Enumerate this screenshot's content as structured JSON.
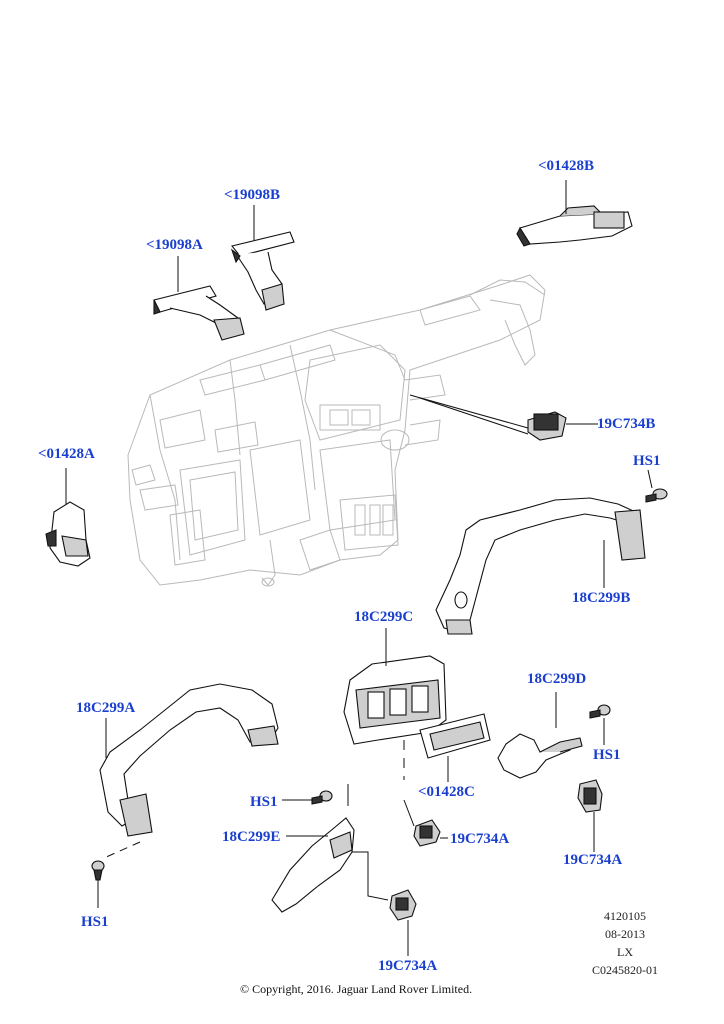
{
  "labels": {
    "p01428B": "<01428B",
    "p19098B": "<19098B",
    "p19098A": "<19098A",
    "p19C734B": "19C734B",
    "p01428A": "<01428A",
    "hs1_top": "HS1",
    "p18C299B": "18C299B",
    "p18C299C": "18C299C",
    "p18C299D": "18C299D",
    "p18C299A": "18C299A",
    "hs1_right": "HS1",
    "p01428C": "<01428C",
    "hs1_mid": "HS1",
    "p18C299E": "18C299E",
    "p19C734A_mid": "19C734A",
    "p19C734A_right": "19C734A",
    "hs1_bottom": "HS1",
    "p19C734A_bottom": "19C734A"
  },
  "meta": {
    "line1": "4120105",
    "line2": "08-2013",
    "line3": "LX",
    "line4": "C0245820-01"
  },
  "copyright": "© Copyright, 2016. Jaguar Land Rover Limited.",
  "colors": {
    "label": "#1a3fcf",
    "outline": "#111111",
    "ghost": "#b9b9b9"
  }
}
